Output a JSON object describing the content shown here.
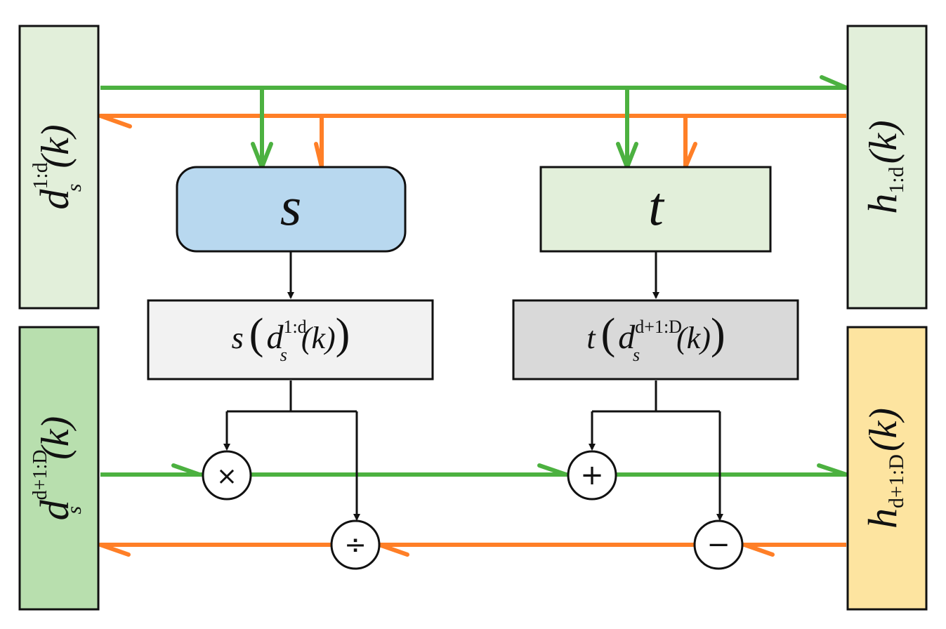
{
  "colors": {
    "green_flow": "#4cb140",
    "orange_flow": "#ff7f27",
    "black": "#111111",
    "input_top_fill": "#e2efda",
    "input_bottom_fill": "#b8dfae",
    "output_top_fill": "#e2efda",
    "output_bottom_fill": "#fde4a0",
    "s_block_fill": "#b8d8ef",
    "t_block_fill": "#e2efda",
    "s_value_fill": "#f2f2f2",
    "t_value_fill": "#d9d9d9"
  },
  "inputs": {
    "top": {
      "base": "d",
      "superscript": "1:d",
      "subscript": "s",
      "argument": "(k)"
    },
    "bottom": {
      "base": "d",
      "superscript": "d+1:D",
      "subscript": "s",
      "argument": "(k)"
    }
  },
  "outputs": {
    "top": {
      "base": "h",
      "subscript": "1:d",
      "argument": "(k)"
    },
    "bottom": {
      "base": "h",
      "subscript": "d+1:D",
      "argument": "(k)"
    }
  },
  "networks": {
    "s": {
      "label": "s"
    },
    "t": {
      "label": "t"
    }
  },
  "values": {
    "s_value": {
      "func": "s",
      "base": "d",
      "superscript": "1:d",
      "subscript": "s",
      "argument": "(k)"
    },
    "t_value": {
      "func": "t",
      "base": "d",
      "superscript": "d+1:D",
      "subscript": "s",
      "argument": "(k)"
    }
  },
  "operators": {
    "multiply": "×",
    "add": "+",
    "divide": "÷",
    "subtract": "−"
  }
}
